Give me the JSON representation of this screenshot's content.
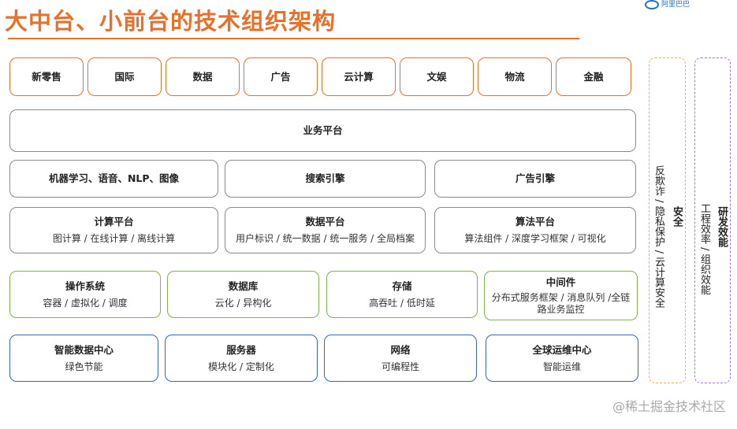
{
  "title": "大中台、小前台的技术组织架构",
  "logo_text": "阿里巴巴",
  "watermark": "@稀土掘金技术社区",
  "business_units": [
    "新零售",
    "国际",
    "数据",
    "广告",
    "云计算",
    "文娱",
    "物流",
    "金融"
  ],
  "business_platform": "业务平台",
  "engines": [
    "机器学习、语音、NLP、图像",
    "搜索引擎",
    "广告引擎"
  ],
  "platforms": [
    {
      "title": "计算平台",
      "sub": "图计算 / 在线计算 / 离线计算"
    },
    {
      "title": "数据平台",
      "sub": "用户标识 / 统一数据 / 统一服务 / 全局档案"
    },
    {
      "title": "算法平台",
      "sub": "算法组件 / 深度学习框架 / 可视化"
    }
  ],
  "systems": [
    {
      "title": "操作系统",
      "sub": "容器 / 虚拟化 / 调度"
    },
    {
      "title": "数据库",
      "sub": "云化 / 异构化"
    },
    {
      "title": "存储",
      "sub": "高吞吐 / 低时延"
    },
    {
      "title": "中间件",
      "sub": "分布式服务框架 / 消息队列 /全链路业务监控"
    }
  ],
  "infrastructure": [
    {
      "title": "智能数据中心",
      "sub": "绿色节能"
    },
    {
      "title": "服务器",
      "sub": "模块化 / 定制化"
    },
    {
      "title": "网络",
      "sub": "可编程性"
    },
    {
      "title": "全球运维中心",
      "sub": "智能运维"
    }
  ],
  "side_security": {
    "title": "安全",
    "sub": "反欺诈 / 隐私保护 / 云计算安全"
  },
  "side_efficiency": {
    "title": "研发效能",
    "sub": "工程效率 / 组织效能"
  }
}
